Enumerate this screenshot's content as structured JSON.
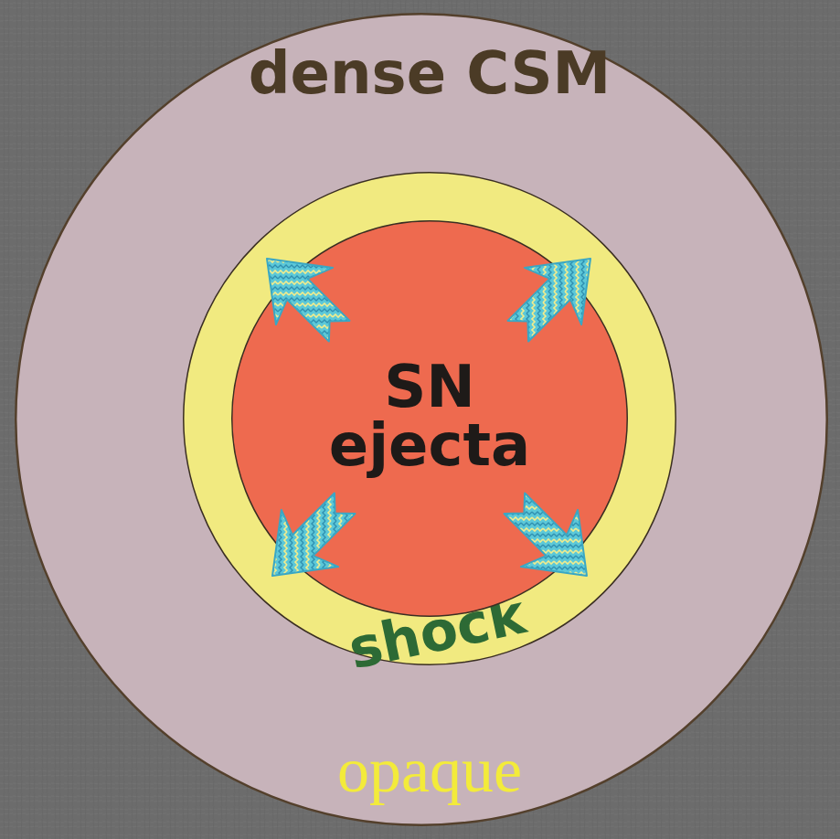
{
  "diagram": {
    "nodes": [
      {
        "text": [
          "dense CSM",
          "opaque"
        ]
      },
      {
        "text": [
          "shock"
        ],
        "in": 0
      },
      {
        "text": [
          "SN ejecta"
        ],
        "in": 1
      }
    ]
  }
}
